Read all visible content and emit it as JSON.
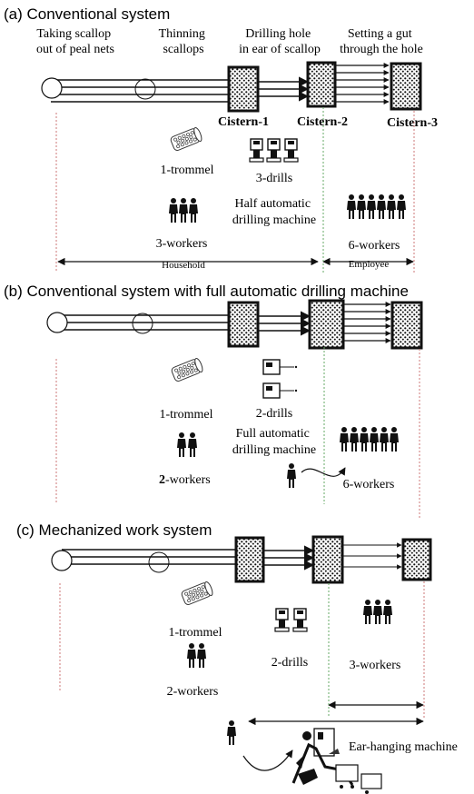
{
  "sections": {
    "a": {
      "title": "(a) Conventional system",
      "steps": {
        "taking": [
          "Taking scallop",
          "out of peal nets"
        ],
        "thinning": [
          "Thinning",
          "scallops"
        ],
        "drilling": [
          "Drilling hole",
          "in  ear of scallop"
        ],
        "setting": [
          "Setting a gut",
          "through the hole"
        ]
      },
      "cisterns": [
        "Cistern-1",
        "Cistern-2",
        "Cistern-3"
      ],
      "trommel": "1-trommel",
      "drills": "3-drills",
      "machine": [
        "Half automatic",
        "drilling machine"
      ],
      "workers_left": "3-workers",
      "workers_right": "6-workers",
      "span_household": "Household",
      "span_employee": "Employee"
    },
    "b": {
      "title": "(b) Conventional system with full automatic drilling machine",
      "trommel": "1-trommel",
      "drills": "2-drills",
      "machine": [
        "Full automatic",
        "drilling machine"
      ],
      "workers_left_num": "2",
      "workers_left_rest": "-workers",
      "workers_right": "6-workers"
    },
    "c": {
      "title": "(c) Mechanized work system",
      "trommel": "1-trommel",
      "drills": "2-drills",
      "workers_left": "2-workers",
      "workers_right": "3-workers",
      "machine": "Ear-hanging machine"
    }
  },
  "icons": [
    "net-circle-icon",
    "cistern-icon",
    "trommel-icon",
    "drill-machine-icon",
    "worker-group-icon",
    "worker-icon",
    "ear-hanging-machine-icon"
  ]
}
